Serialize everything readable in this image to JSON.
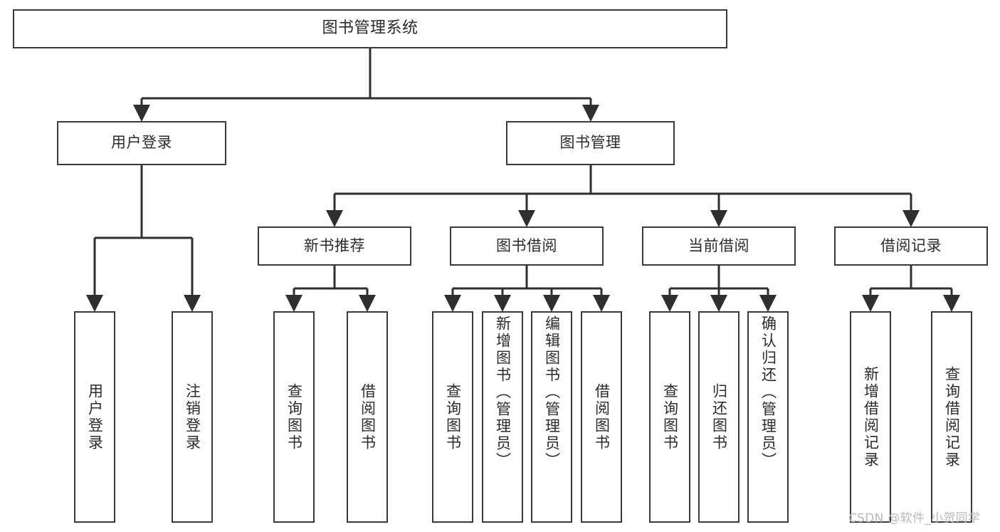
{
  "diagram": {
    "title": "图书管理系统",
    "type": "hierarchy-tree",
    "colors": {
      "box_border": "#3a3a3a",
      "box_fill": "#ffffff",
      "edge": "#2f2f2f",
      "text": "#2b2b2b",
      "watermark": "#b9b9b9",
      "background": "#ffffff"
    },
    "root": {
      "label": "图书管理系统"
    },
    "level2": [
      {
        "id": "user-login",
        "label": "用户登录"
      },
      {
        "id": "book-manage",
        "label": "图书管理"
      }
    ],
    "level3": [
      {
        "id": "new-book-recommend",
        "label": "新书推荐"
      },
      {
        "id": "book-borrow",
        "label": "图书借阅"
      },
      {
        "id": "current-borrow",
        "label": "当前借阅"
      },
      {
        "id": "borrow-record",
        "label": "借阅记录"
      }
    ],
    "leaves": {
      "user_login": [
        {
          "id": "leaf-user-login",
          "label": "用户登录"
        },
        {
          "id": "leaf-logout-login",
          "label": "注销登录"
        }
      ],
      "new_book_recommend": [
        {
          "id": "leaf-query-book-1",
          "label": "查询图书"
        },
        {
          "id": "leaf-borrow-book-1",
          "label": "借阅图书"
        }
      ],
      "book_borrow": [
        {
          "id": "leaf-query-book-2",
          "label": "查询图书"
        },
        {
          "id": "leaf-add-book",
          "label": "新增图书（管理员）"
        },
        {
          "id": "leaf-edit-book",
          "label": "编辑图书（管理员）"
        },
        {
          "id": "leaf-borrow-book-2",
          "label": "借阅图书"
        }
      ],
      "current_borrow": [
        {
          "id": "leaf-query-book-3",
          "label": "查询图书"
        },
        {
          "id": "leaf-return-book",
          "label": "归还图书"
        },
        {
          "id": "leaf-confirm-return",
          "label": "确认归还（管理员）"
        }
      ],
      "borrow_record": [
        {
          "id": "leaf-add-record",
          "label": "新增借阅记录"
        },
        {
          "id": "leaf-query-record",
          "label": "查询借阅记录"
        }
      ]
    }
  },
  "watermark": {
    "text": "CSDN @软件_小贺同学"
  }
}
